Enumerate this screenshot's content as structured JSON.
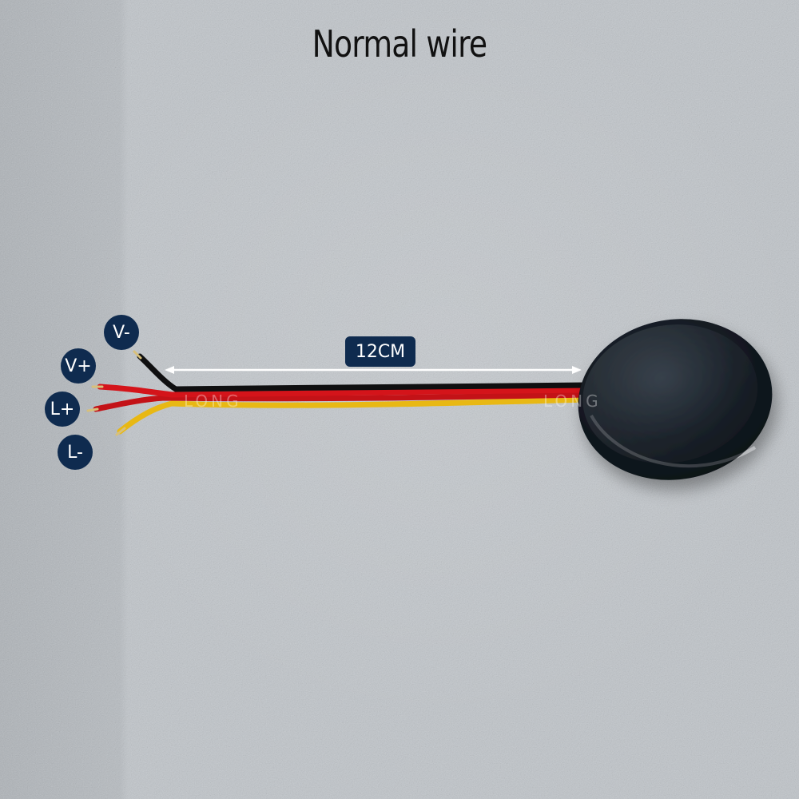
{
  "title": "Normal wire",
  "dimension_label": "12CM",
  "wire_labels": {
    "v_minus": "V-",
    "v_plus": "V+",
    "l_plus": "L+",
    "l_minus": "L-"
  },
  "watermark": "LONG",
  "colors": {
    "badge_bg": "#0f2b4f",
    "wire_black": "#111111",
    "wire_red": "#d4141a",
    "wire_yellow": "#f2c21a",
    "puck": "#151c24",
    "background": "#bfc4c9"
  }
}
